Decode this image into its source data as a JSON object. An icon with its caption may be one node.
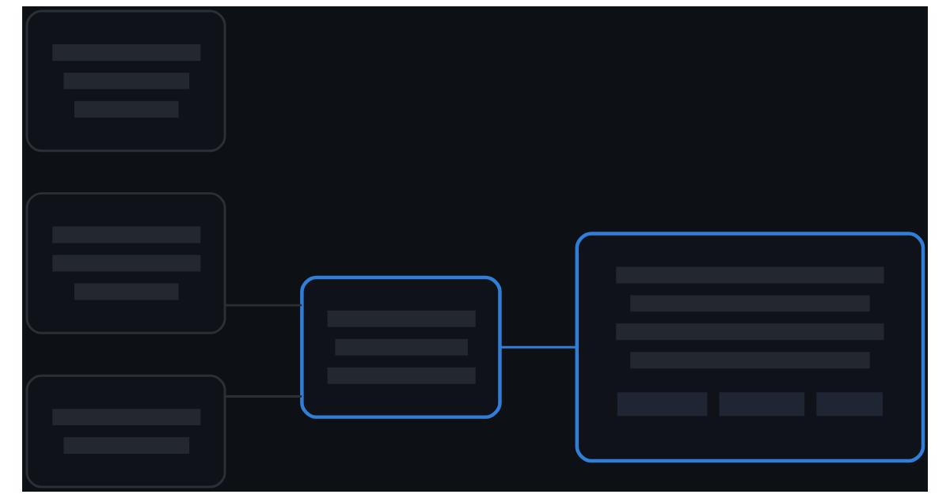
{
  "diagram": {
    "nodes": [
      {
        "text": [],
        "shape": "box"
      },
      {
        "text": [],
        "shape": "box"
      },
      {
        "text": [],
        "shape": "box"
      },
      {
        "text": [],
        "shape": "box"
      },
      {
        "text": [],
        "shape": "bubble"
      }
    ],
    "edges": [
      {
        "from": 0,
        "to": 3,
        "arrow": "none"
      },
      {
        "from": 2,
        "to": 3,
        "arrow": "none"
      },
      {
        "from": 3,
        "to": 4,
        "arrow": "none",
        "color": "#2f7fd8"
      }
    ]
  }
}
